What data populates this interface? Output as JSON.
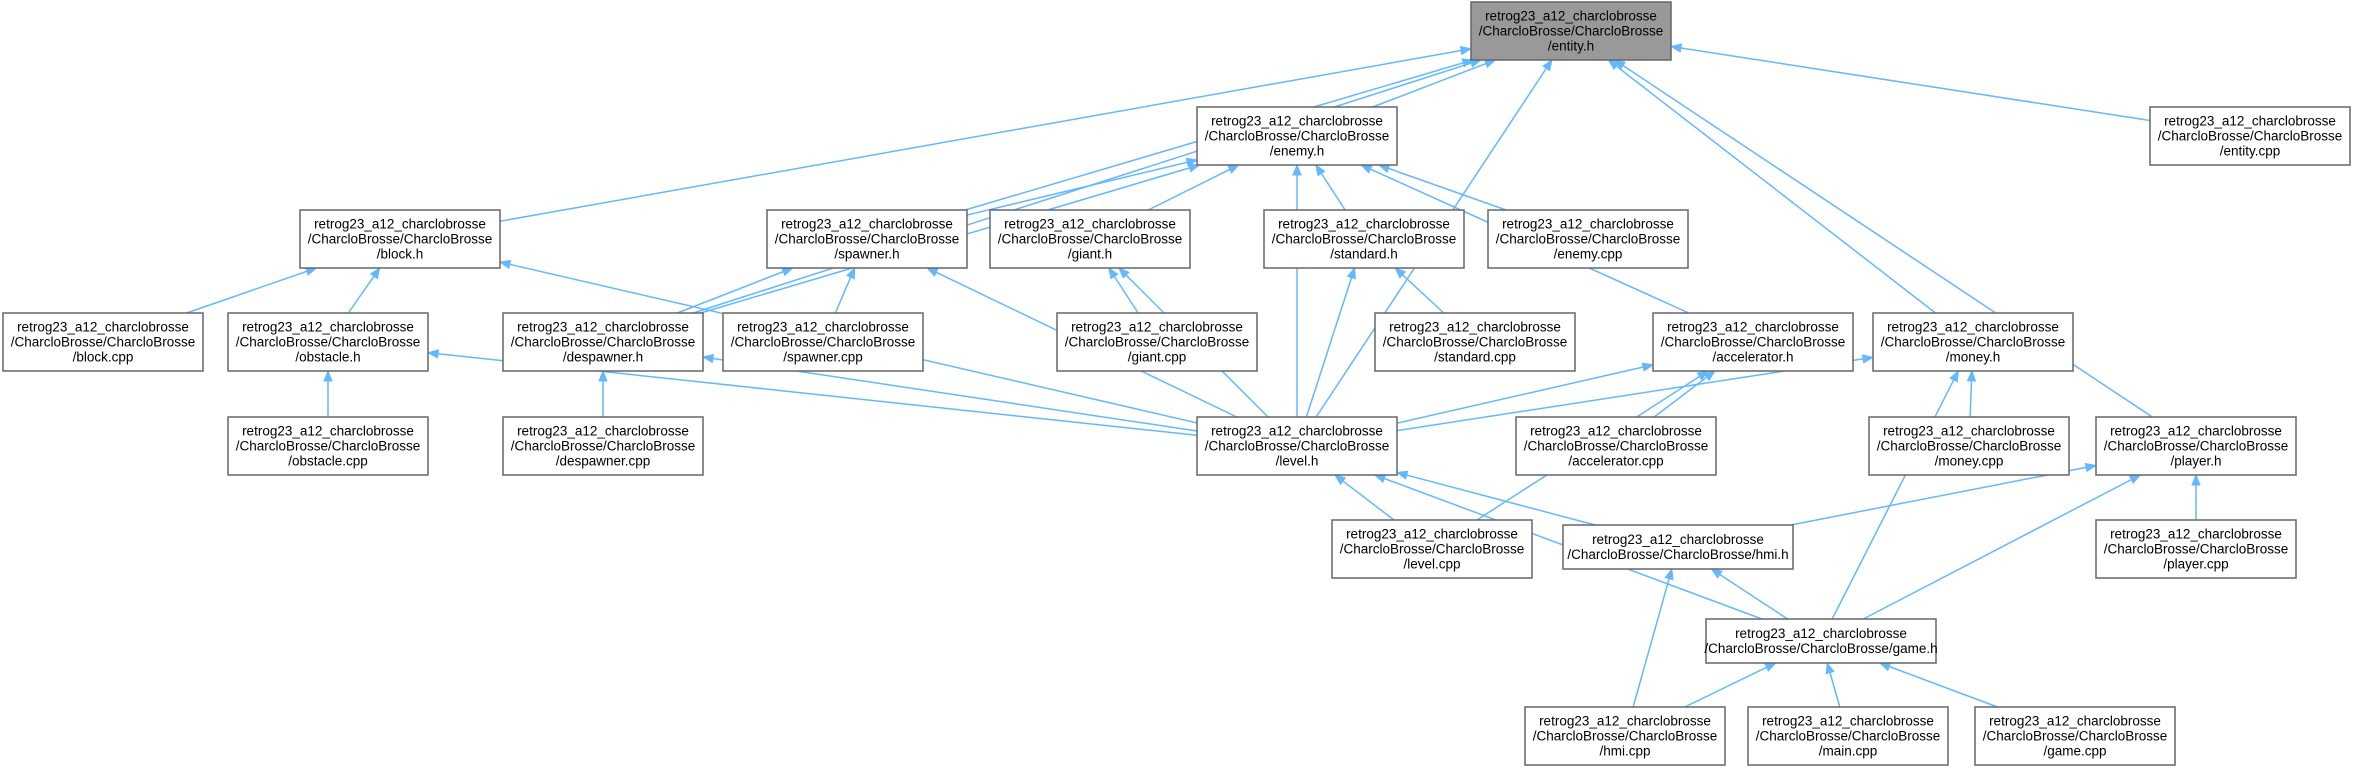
{
  "graph": {
    "nodes": [
      {
        "id": "entity_h",
        "root": true,
        "lines": [
          "retrog23_a12_charclobrosse",
          "/CharcloBrosse/CharcloBrosse",
          "/entity.h"
        ]
      },
      {
        "id": "enemy_h",
        "lines": [
          "retrog23_a12_charclobrosse",
          "/CharcloBrosse/CharcloBrosse",
          "/enemy.h"
        ]
      },
      {
        "id": "entity_cpp",
        "lines": [
          "retrog23_a12_charclobrosse",
          "/CharcloBrosse/CharcloBrosse",
          "/entity.cpp"
        ]
      },
      {
        "id": "block_h",
        "lines": [
          "retrog23_a12_charclobrosse",
          "/CharcloBrosse/CharcloBrosse",
          "/block.h"
        ]
      },
      {
        "id": "spawner_h",
        "lines": [
          "retrog23_a12_charclobrosse",
          "/CharcloBrosse/CharcloBrosse",
          "/spawner.h"
        ]
      },
      {
        "id": "giant_h",
        "lines": [
          "retrog23_a12_charclobrosse",
          "/CharcloBrosse/CharcloBrosse",
          "/giant.h"
        ]
      },
      {
        "id": "standard_h",
        "lines": [
          "retrog23_a12_charclobrosse",
          "/CharcloBrosse/CharcloBrosse",
          "/standard.h"
        ]
      },
      {
        "id": "enemy_cpp",
        "lines": [
          "retrog23_a12_charclobrosse",
          "/CharcloBrosse/CharcloBrosse",
          "/enemy.cpp"
        ]
      },
      {
        "id": "block_cpp",
        "lines": [
          "retrog23_a12_charclobrosse",
          "/CharcloBrosse/CharcloBrosse",
          "/block.cpp"
        ]
      },
      {
        "id": "obstacle_h",
        "lines": [
          "retrog23_a12_charclobrosse",
          "/CharcloBrosse/CharcloBrosse",
          "/obstacle.h"
        ]
      },
      {
        "id": "despawner_h",
        "lines": [
          "retrog23_a12_charclobrosse",
          "/CharcloBrosse/CharcloBrosse",
          "/despawner.h"
        ]
      },
      {
        "id": "spawner_cpp",
        "lines": [
          "retrog23_a12_charclobrosse",
          "/CharcloBrosse/CharcloBrosse",
          "/spawner.cpp"
        ]
      },
      {
        "id": "giant_cpp",
        "lines": [
          "retrog23_a12_charclobrosse",
          "/CharcloBrosse/CharcloBrosse",
          "/giant.cpp"
        ]
      },
      {
        "id": "standard_cpp",
        "lines": [
          "retrog23_a12_charclobrosse",
          "/CharcloBrosse/CharcloBrosse",
          "/standard.cpp"
        ]
      },
      {
        "id": "accelerator_h",
        "lines": [
          "retrog23_a12_charclobrosse",
          "/CharcloBrosse/CharcloBrosse",
          "/accelerator.h"
        ]
      },
      {
        "id": "money_h",
        "lines": [
          "retrog23_a12_charclobrosse",
          "/CharcloBrosse/CharcloBrosse",
          "/money.h"
        ]
      },
      {
        "id": "obstacle_cpp",
        "lines": [
          "retrog23_a12_charclobrosse",
          "/CharcloBrosse/CharcloBrosse",
          "/obstacle.cpp"
        ]
      },
      {
        "id": "despawner_cpp",
        "lines": [
          "retrog23_a12_charclobrosse",
          "/CharcloBrosse/CharcloBrosse",
          "/despawner.cpp"
        ]
      },
      {
        "id": "level_h",
        "lines": [
          "retrog23_a12_charclobrosse",
          "/CharcloBrosse/CharcloBrosse",
          "/level.h"
        ]
      },
      {
        "id": "accelerator_cpp",
        "lines": [
          "retrog23_a12_charclobrosse",
          "/CharcloBrosse/CharcloBrosse",
          "/accelerator.cpp"
        ]
      },
      {
        "id": "money_cpp",
        "lines": [
          "retrog23_a12_charclobrosse",
          "/CharcloBrosse/CharcloBrosse",
          "/money.cpp"
        ]
      },
      {
        "id": "player_h",
        "lines": [
          "retrog23_a12_charclobrosse",
          "/CharcloBrosse/CharcloBrosse",
          "/player.h"
        ]
      },
      {
        "id": "level_cpp",
        "lines": [
          "retrog23_a12_charclobrosse",
          "/CharcloBrosse/CharcloBrosse",
          "/level.cpp"
        ]
      },
      {
        "id": "hmi_h",
        "lines": [
          "retrog23_a12_charclobrosse",
          "/CharcloBrosse/CharcloBrosse/hmi.h"
        ]
      },
      {
        "id": "player_cpp",
        "lines": [
          "retrog23_a12_charclobrosse",
          "/CharcloBrosse/CharcloBrosse",
          "/player.cpp"
        ]
      },
      {
        "id": "game_h",
        "lines": [
          "retrog23_a12_charclobrosse",
          "/CharcloBrosse/CharcloBrosse/game.h"
        ]
      },
      {
        "id": "hmi_cpp",
        "lines": [
          "retrog23_a12_charclobrosse",
          "/CharcloBrosse/CharcloBrosse",
          "/hmi.cpp"
        ]
      },
      {
        "id": "main_cpp",
        "lines": [
          "retrog23_a12_charclobrosse",
          "/CharcloBrosse/CharcloBrosse",
          "/main.cpp"
        ]
      },
      {
        "id": "game_cpp",
        "lines": [
          "retrog23_a12_charclobrosse",
          "/CharcloBrosse/CharcloBrosse",
          "/game.cpp"
        ]
      }
    ],
    "edges": [
      [
        "entity_h",
        "enemy_h"
      ],
      [
        "entity_h",
        "entity_cpp"
      ],
      [
        "entity_h",
        "block_h"
      ],
      [
        "entity_h",
        "spawner_h"
      ],
      [
        "entity_h",
        "despawner_h"
      ],
      [
        "entity_h",
        "level_h"
      ],
      [
        "entity_h",
        "money_h"
      ],
      [
        "entity_h",
        "player_h"
      ],
      [
        "enemy_h",
        "spawner_h"
      ],
      [
        "enemy_h",
        "giant_h"
      ],
      [
        "enemy_h",
        "standard_h"
      ],
      [
        "enemy_h",
        "enemy_cpp"
      ],
      [
        "enemy_h",
        "despawner_h"
      ],
      [
        "enemy_h",
        "accelerator_h"
      ],
      [
        "enemy_h",
        "level_h"
      ],
      [
        "block_h",
        "block_cpp"
      ],
      [
        "block_h",
        "obstacle_h"
      ],
      [
        "block_h",
        "level_h"
      ],
      [
        "spawner_h",
        "despawner_h"
      ],
      [
        "spawner_h",
        "spawner_cpp"
      ],
      [
        "spawner_h",
        "level_h"
      ],
      [
        "giant_h",
        "giant_cpp"
      ],
      [
        "giant_h",
        "level_h"
      ],
      [
        "standard_h",
        "standard_cpp"
      ],
      [
        "standard_h",
        "level_h"
      ],
      [
        "obstacle_h",
        "obstacle_cpp"
      ],
      [
        "obstacle_h",
        "level_h"
      ],
      [
        "despawner_h",
        "despawner_cpp"
      ],
      [
        "despawner_h",
        "level_h"
      ],
      [
        "accelerator_h",
        "accelerator_cpp"
      ],
      [
        "accelerator_h",
        "level_h"
      ],
      [
        "accelerator_h",
        "level_cpp"
      ],
      [
        "money_h",
        "money_cpp"
      ],
      [
        "money_h",
        "level_h"
      ],
      [
        "money_h",
        "game_h"
      ],
      [
        "level_h",
        "level_cpp"
      ],
      [
        "level_h",
        "hmi_h"
      ],
      [
        "level_h",
        "game_h"
      ],
      [
        "player_h",
        "player_cpp"
      ],
      [
        "player_h",
        "hmi_h"
      ],
      [
        "player_h",
        "game_h"
      ],
      [
        "hmi_h",
        "game_h"
      ],
      [
        "hmi_h",
        "hmi_cpp"
      ],
      [
        "game_h",
        "hmi_cpp"
      ],
      [
        "game_h",
        "main_cpp"
      ],
      [
        "game_h",
        "game_cpp"
      ]
    ]
  },
  "colors": {
    "edge": "#63b8ff",
    "root_fill": "#999999",
    "node_fill": "#ffffff",
    "node_border": "#666666"
  }
}
